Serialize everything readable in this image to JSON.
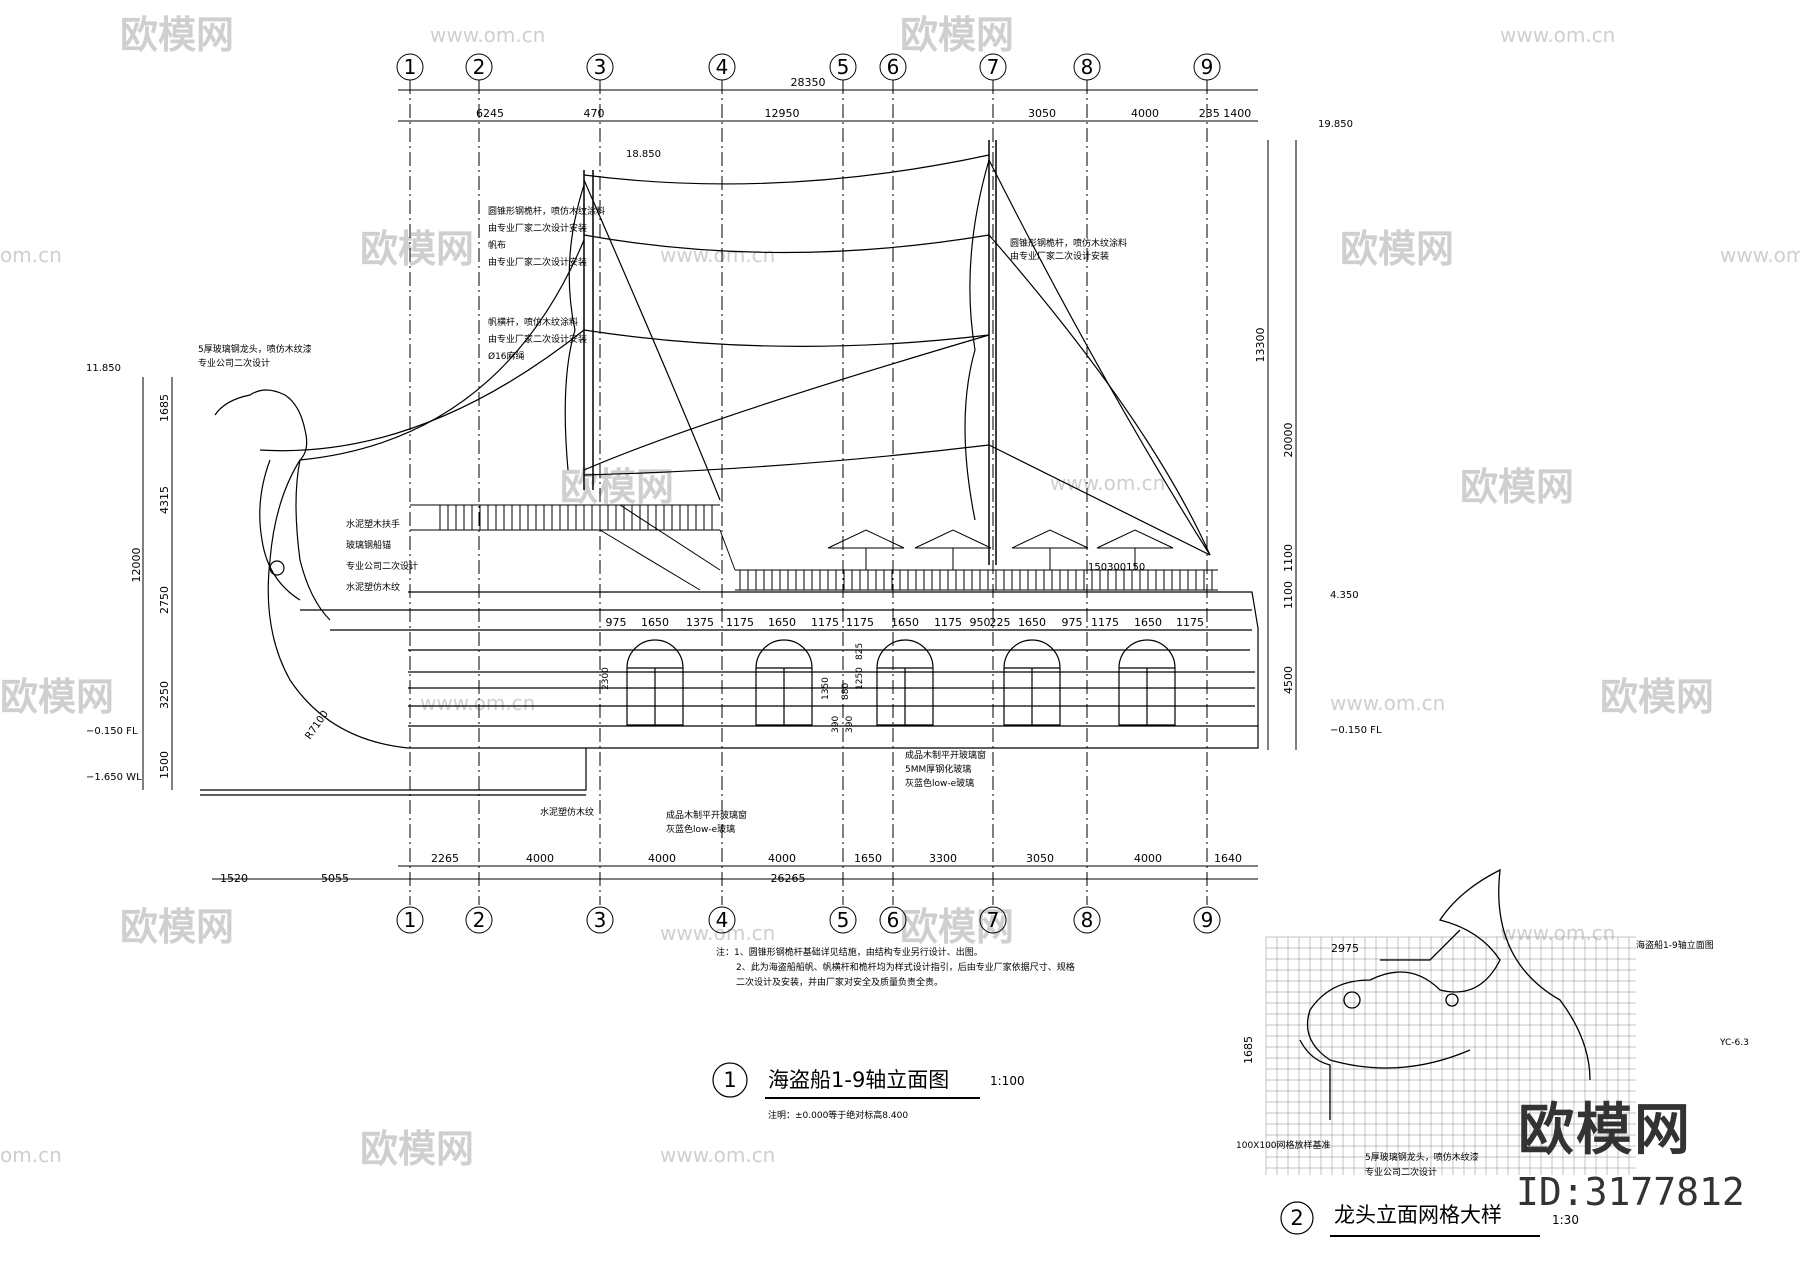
{
  "watermark": {
    "brand": "欧模网",
    "url": "www.om.cn",
    "url_short": "om.cn"
  },
  "axes": [
    "1",
    "2",
    "3",
    "4",
    "5",
    "6",
    "7",
    "8",
    "9"
  ],
  "dims_top_total": "28350",
  "dims_top": [
    "6245",
    "470",
    "12950",
    "3050",
    "4000",
    "235 1400"
  ],
  "dims_bottom_total": "26265",
  "dims_bottom": [
    "2265",
    "4000",
    "4000",
    "4000",
    "1650",
    "3300",
    "3050",
    "4000",
    "1640"
  ],
  "dims_bottom_left": [
    "1520",
    "5055"
  ],
  "dims_deck": [
    "975",
    "1650",
    "1375",
    "1175",
    "1650",
    "1175",
    "1175",
    "1650",
    "1175",
    "950",
    "225",
    "1650",
    "975",
    "1175",
    "1650",
    "1175"
  ],
  "dims_right": [
    "13300",
    "20000",
    "1100",
    "1100",
    "4500"
  ],
  "dims_left": [
    "1685",
    "4315",
    "12000",
    "2750",
    "3250",
    "1500"
  ],
  "dims_window": [
    "2300",
    "825",
    "1250",
    "1350",
    "880",
    "390",
    "390"
  ],
  "elevations": {
    "mast_top_right": "19.850",
    "mast_top_left": "18.850",
    "bow": "11.850",
    "deck": "4.350",
    "floor_left": "−0.150 FL",
    "floor_right": "−0.150 FL",
    "water": "−1.650 WL"
  },
  "radius_label": "R7100",
  "deck_inline": "150300150",
  "notes_mast_left": [
    "圆锥形钢桅杆，喷仿木纹涂料",
    "由专业厂家二次设计安装",
    "帆布",
    "由专业厂家二次设计安装"
  ],
  "notes_mast_left2": [
    "帆横杆，喷仿木纹涂料",
    "由专业厂家二次设计安装",
    "Ø16麻绳"
  ],
  "notes_mast_right": [
    "圆锥形钢桅杆，喷仿木纹涂料",
    "由专业厂家二次设计安装"
  ],
  "notes_bow": [
    "5厚玻璃钢龙头，喷仿木纹漆",
    "专业公司二次设计"
  ],
  "notes_hull_left": [
    "水泥塑木扶手",
    "玻璃钢船锚",
    "专业公司二次设计",
    "水泥塑仿木纹"
  ],
  "notes_hull_bottom": "水泥塑仿木纹",
  "notes_window1": [
    "成品木制平开玻璃窗",
    "灰蓝色low-e玻璃"
  ],
  "notes_window2": [
    "成品木制平开玻璃窗",
    "5MM厚钢化玻璃",
    "灰蓝色low-e玻璃"
  ],
  "general_notes": [
    "注：1、圆锥形钢桅杆基础详见结施，由结构专业另行设计、出图。",
    "2、此为海盗船船帆、帆横杆和桅杆均为样式设计指引，后由专业厂家依据尺寸、规格",
    "二次设计及安装，并由厂家对安全及质量负责全责。"
  ],
  "title_main": {
    "number": "1",
    "text": "海盗船1-9轴立面图",
    "scale": "1:100",
    "note": "注明：±0.000等于绝对标高8.400"
  },
  "detail": {
    "header_right": "海盗船1-9轴立面图",
    "code": "YC-6.3",
    "width_dim": "2975",
    "height_dim": "1685",
    "grid_note": "100X100网格放样基准",
    "note1": "5厚玻璃钢龙头，喷仿木纹漆",
    "note2": "专业公司二次设计",
    "number": "2",
    "title": "龙头立面网格大样",
    "scale": "1:30"
  },
  "brand_big": "欧模网",
  "brand_id": "ID:3177812"
}
